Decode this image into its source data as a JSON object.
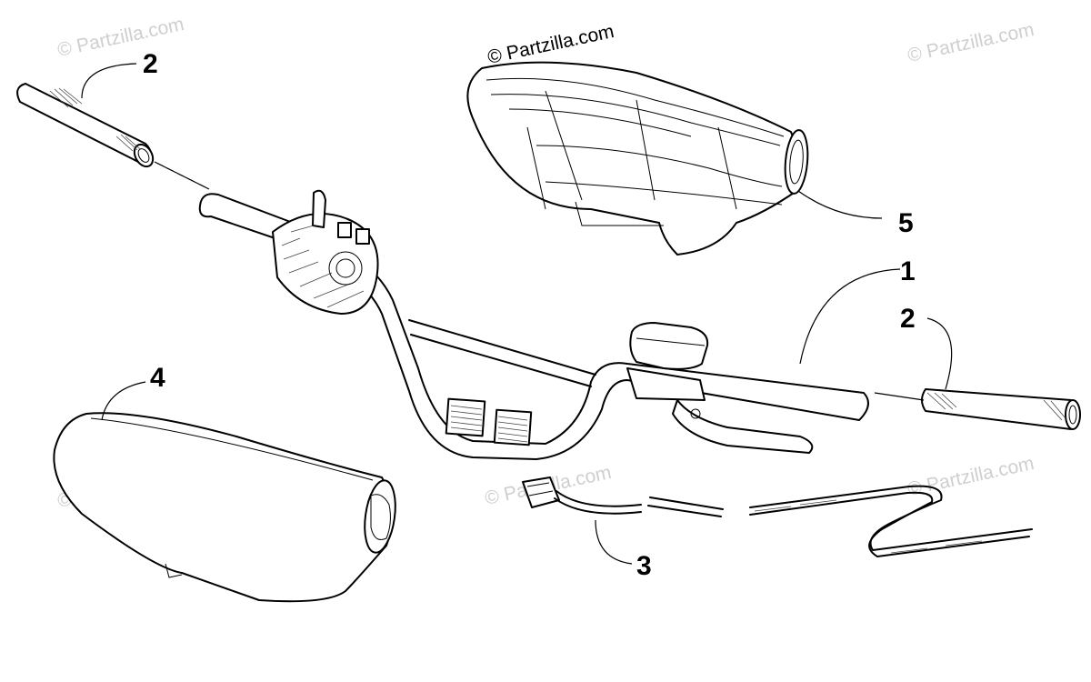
{
  "watermarks": {
    "primary": "© Partzilla.com",
    "faint": "© Partzilla.com"
  },
  "callouts": {
    "handlebar": "1",
    "grip_left": "2",
    "grip_right": "2",
    "wiring_harness": "3",
    "pad_left": "4",
    "pad_top": "5"
  }
}
